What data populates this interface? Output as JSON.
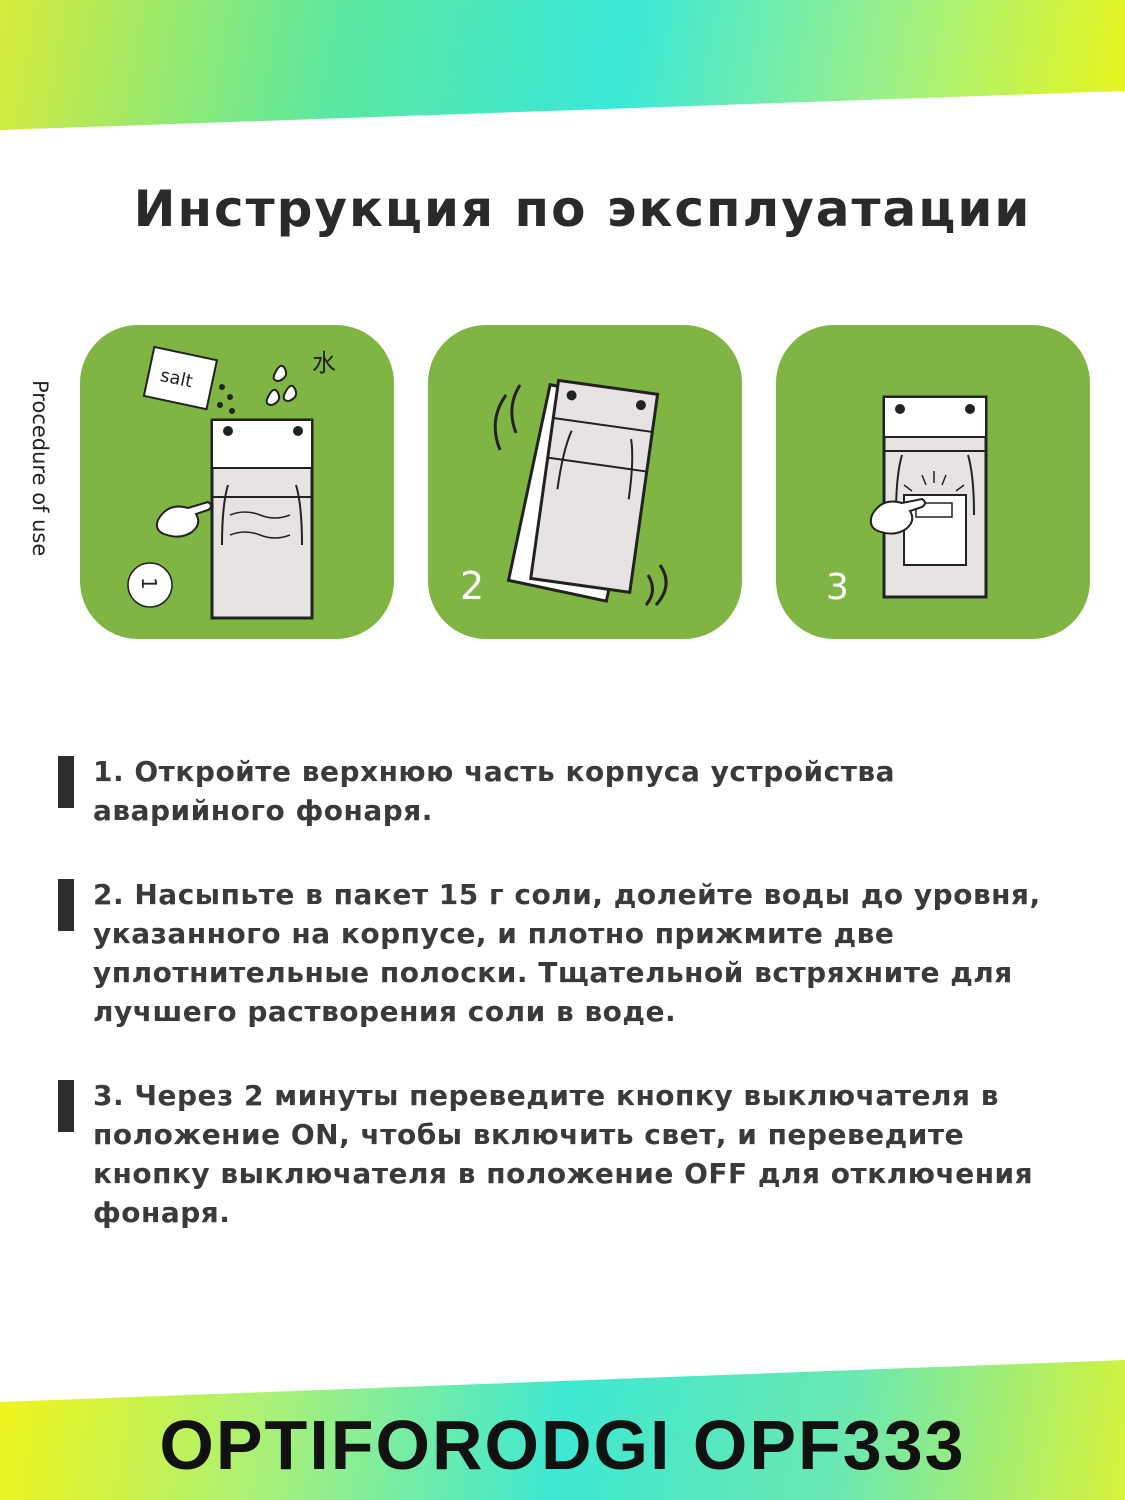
{
  "title": "Инструкция по эксплуатации",
  "side_label": "Procedure of use",
  "panels": [
    {
      "number": "1",
      "salt_label": "salt",
      "water_glyph": "水",
      "icon": "bag-fill-icon"
    },
    {
      "number": "2",
      "icon": "bag-shake-icon"
    },
    {
      "number": "3",
      "icon": "bag-switch-icon"
    }
  ],
  "steps": [
    "1. Откройте верхнюю часть корпуса устройства аварийного фонаря.",
    "2. Насыпьте в пакет 15 г соли, долейте воды до уровня, указанного на корпусе, и плотно прижмите две уплотнительные полоски. Тщательной встряхните для лучшего растворения соли в воде.",
    "3. Через 2 минуты переведите кнопку выключателя в положение ON, чтобы включить свет, и переведите кнопку выключателя в положение OFF для отключения фонаря."
  ],
  "brand": "OPTIFORODGI OPF333",
  "colors": {
    "panel_green": "#80b544",
    "band_cyan": "#3ae8d9",
    "band_yellow": "#e9f51c"
  }
}
